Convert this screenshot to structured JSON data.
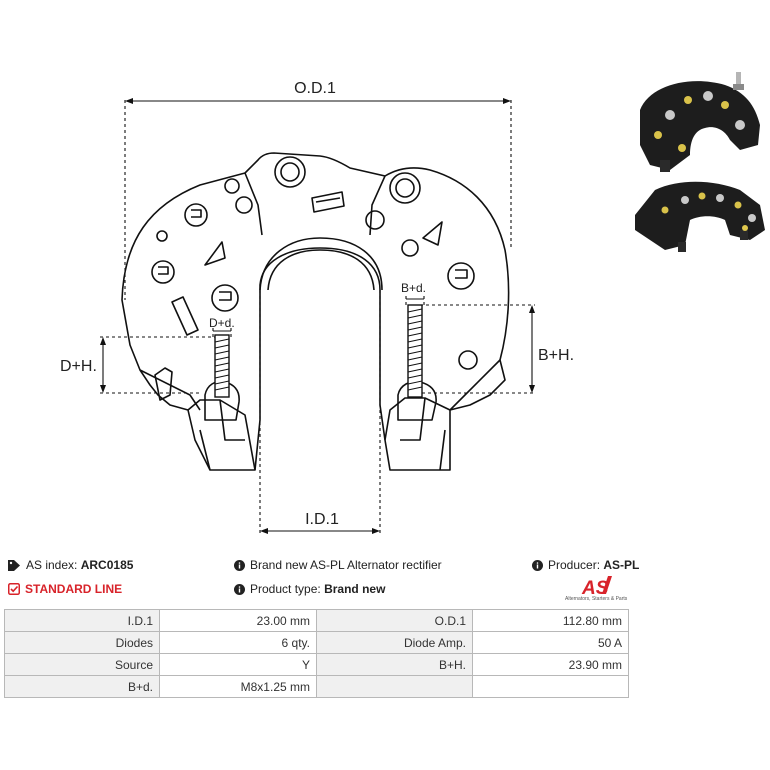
{
  "drawing": {
    "labels": {
      "od": "O.D.1",
      "id": "I.D.1",
      "dh": "D+H.",
      "bh": "B+H.",
      "dd": "D+d.",
      "bd": "B+d."
    }
  },
  "info": {
    "as_index_label": "AS index:",
    "as_index_value": "ARC0185",
    "description": "Brand new AS-PL Alternator rectifier",
    "producer_label": "Producer:",
    "producer_value": "AS-PL",
    "standard_line": "STANDARD LINE",
    "product_type_label": "Product type:",
    "product_type_value": "Brand new"
  },
  "logo": {
    "mark": "AS",
    "tagline": "Alternators, Starters & Parts",
    "color": "#d8232a"
  },
  "icons": {
    "tag": "tag-icon",
    "info": "info-icon",
    "check": "checkbox-icon"
  },
  "specs": [
    {
      "label1": "I.D.1",
      "value1": "23.00 mm",
      "label2": "O.D.1",
      "value2": "112.80 mm"
    },
    {
      "label1": "Diodes",
      "value1": "6 qty.",
      "label2": "Diode Amp.",
      "value2": "50 A"
    },
    {
      "label1": "Source",
      "value1": "Y",
      "label2": "B+H.",
      "value2": "23.90 mm"
    },
    {
      "label1": "B+d.",
      "value1": "M8x1.25 mm",
      "label2": "",
      "value2": ""
    }
  ]
}
